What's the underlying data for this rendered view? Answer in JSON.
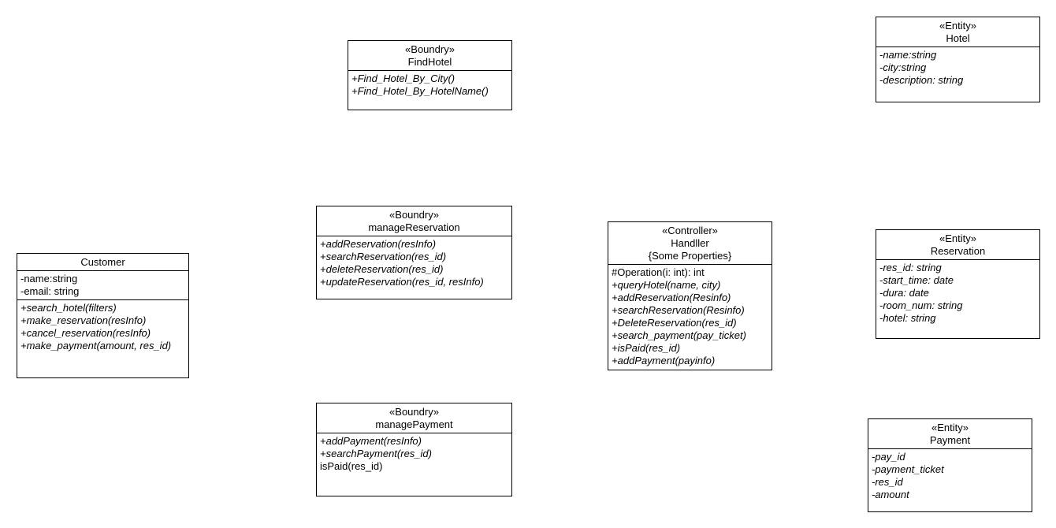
{
  "classes": {
    "findHotel": {
      "stereotype": "«Boundry»",
      "name": "FindHotel",
      "methods": [
        {
          "text": "+Find_Hotel_By_City()",
          "italic": true
        },
        {
          "text": "+Find_Hotel_By_HotelName()",
          "italic": true
        }
      ]
    },
    "hotel": {
      "stereotype": "«Entity»",
      "name": "Hotel",
      "attributes": [
        {
          "text": "-name:string",
          "italic": true
        },
        {
          "text": "-city:string",
          "italic": true
        },
        {
          "text": "-description: string",
          "italic": true
        }
      ]
    },
    "customer": {
      "name": "Customer",
      "attributes": [
        {
          "text": "-name:string",
          "italic": false
        },
        {
          "text": "-email: string",
          "italic": false
        }
      ],
      "methods": [
        {
          "text": "+search_hotel(filters)",
          "italic": true
        },
        {
          "text": "+make_reservation(resInfo)",
          "italic": true
        },
        {
          "text": "+cancel_reservation(resInfo)",
          "italic": true
        },
        {
          "text": "+make_payment(amount, res_id)",
          "italic": true
        }
      ]
    },
    "manageReservation": {
      "stereotype": "«Boundry»",
      "name": "manageReservation",
      "methods": [
        {
          "text": "+addReservation(resInfo)",
          "italic": true
        },
        {
          "text": "+searchReservation(res_id)",
          "italic": true
        },
        {
          "text": "+deleteReservation(res_id)",
          "italic": true
        },
        {
          "text": "+updateReservation(res_id, resInfo)",
          "italic": true
        }
      ]
    },
    "handler": {
      "stereotype": "«Controller»",
      "name": "Handller",
      "properties": "{Some Properties}",
      "methods": [
        {
          "text": "#Operation(i: int): int",
          "italic": false
        },
        {
          "text": "+queryHotel(name, city)",
          "italic": true
        },
        {
          "text": "+addReservation(Resinfo)",
          "italic": true
        },
        {
          "text": "+searchReservation(Resinfo)",
          "italic": true
        },
        {
          "text": "+DeleteReservation(res_id)",
          "italic": true
        },
        {
          "text": "+search_payment(pay_ticket)",
          "italic": true
        },
        {
          "text": "+isPaid(res_id)",
          "italic": true
        },
        {
          "text": "+addPayment(payinfo)",
          "italic": true
        }
      ]
    },
    "reservation": {
      "stereotype": "«Entity»",
      "name": "Reservation",
      "attributes": [
        {
          "text": "-res_id: string",
          "italic": true
        },
        {
          "text": "-start_time: date",
          "italic": true
        },
        {
          "text": "-dura: date",
          "italic": true
        },
        {
          "text": "-room_num: string",
          "italic": true
        },
        {
          "text": "-hotel: string",
          "italic": true
        }
      ]
    },
    "managePayment": {
      "stereotype": "«Boundry»",
      "name": "managePayment",
      "methods": [
        {
          "text": "+addPayment(resInfo)",
          "italic": true
        },
        {
          "text": "+searchPayment(res_id)",
          "italic": true
        },
        {
          "text": "isPaid(res_id)",
          "italic": false
        }
      ]
    },
    "payment": {
      "stereotype": "«Entity»",
      "name": "Payment",
      "attributes": [
        {
          "text": "-pay_id",
          "italic": true
        },
        {
          "text": "-payment_ticket",
          "italic": true
        },
        {
          "text": "-res_id",
          "italic": true
        },
        {
          "text": "-amount",
          "italic": true
        }
      ]
    }
  }
}
